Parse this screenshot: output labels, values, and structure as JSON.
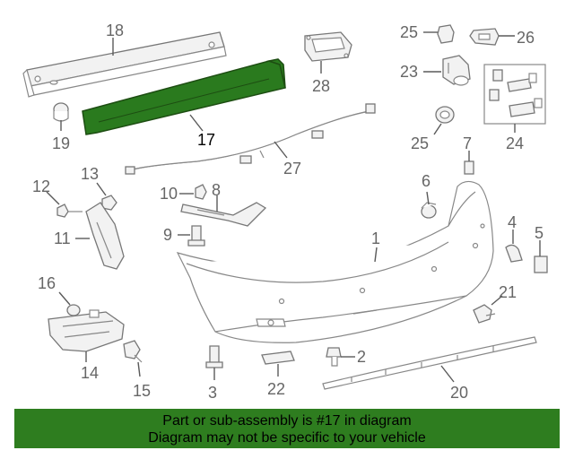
{
  "diagram": {
    "callouts": [
      "1",
      "2",
      "3",
      "4",
      "5",
      "6",
      "7",
      "8",
      "9",
      "10",
      "11",
      "12",
      "13",
      "14",
      "15",
      "16",
      "17",
      "18",
      "19",
      "20",
      "21",
      "22",
      "23",
      "24",
      "25",
      "26",
      "27",
      "28"
    ],
    "highlight_callout": "17",
    "colors": {
      "highlight": "#2a7a1e",
      "banner": "#2e7d1f",
      "line": "#5a5a5a"
    }
  },
  "banner": {
    "line1": "Part or sub-assembly is #17 in diagram",
    "line2": "Diagram may not be specific to your vehicle"
  }
}
